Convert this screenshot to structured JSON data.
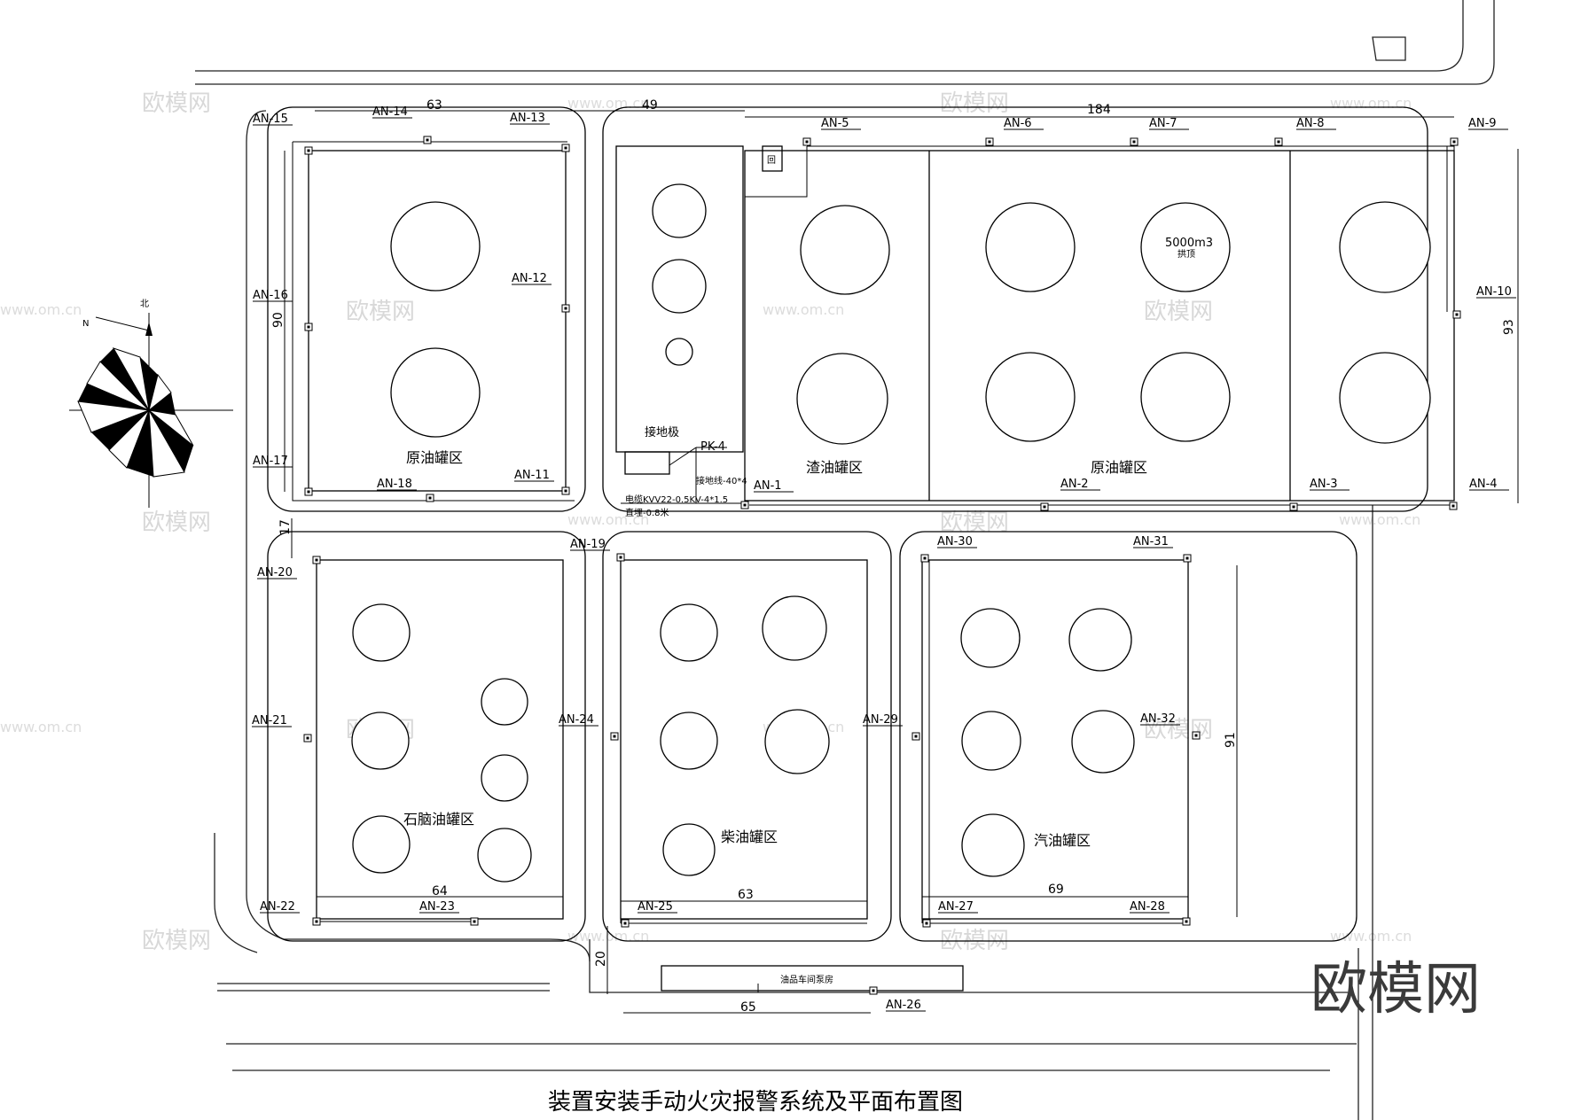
{
  "title": "装置安装手动火灾报警系统及平面布置图",
  "brand_watermark": "欧模网",
  "watermark_text": "欧模网",
  "watermark_url": "www.om.cn",
  "compass_labels": [
    "北",
    "N"
  ],
  "zones": {
    "crude_west": "原油罐区",
    "residue": "渣油罐区",
    "crude_east": "原油罐区",
    "naphtha": "石脑油罐区",
    "diesel": "柴油罐区",
    "gasoline": "汽油罐区"
  },
  "tank_note": {
    "capacity": "5000m3",
    "roof": "拱顶"
  },
  "room_label": "油品车间泵房",
  "grounding": {
    "plate": "接地极",
    "pk": "PK-4",
    "wire": "接地线-40*4",
    "cable": "电缆KVV22-0.5KV-4*1.5",
    "bury": "直埋-0.8米"
  },
  "alarm_points": [
    "AN-1",
    "AN-2",
    "AN-3",
    "AN-4",
    "AN-5",
    "AN-6",
    "AN-7",
    "AN-8",
    "AN-9",
    "AN-10",
    "AN-11",
    "AN-12",
    "AN-13",
    "AN-14",
    "AN-15",
    "AN-16",
    "AN-17",
    "AN-18",
    "AN-19",
    "AN-20",
    "AN-21",
    "AN-22",
    "AN-23",
    "AN-24",
    "AN-25",
    "AN-26",
    "AN-27",
    "AN-28",
    "AN-29",
    "AN-30",
    "AN-31",
    "AN-32"
  ],
  "dimensions": {
    "d63_top": "63",
    "d49": "49",
    "d184": "184",
    "d90": "90",
    "d93": "93",
    "d17": "17",
    "d64": "64",
    "d63_mid": "63",
    "d69": "69",
    "d91": "91",
    "d20": "20",
    "d65": "65"
  }
}
